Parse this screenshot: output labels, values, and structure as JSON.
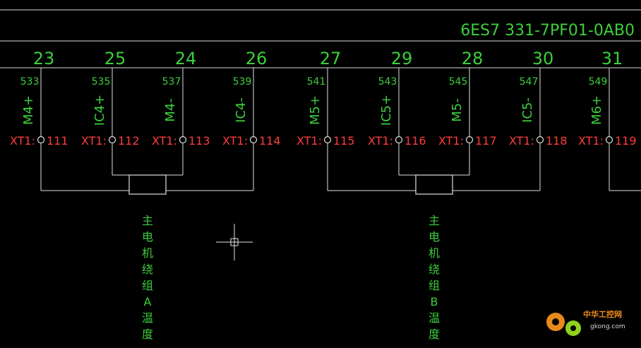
{
  "module": {
    "part_number": "6ES7 331-7PF01-0AB0"
  },
  "channels": [
    {
      "pin": "23",
      "wire": "533",
      "signal": "M4+",
      "terminal": "XT1:",
      "term_no": "111"
    },
    {
      "pin": "25",
      "wire": "535",
      "signal": "IC4+",
      "terminal": "XT1:",
      "term_no": "112"
    },
    {
      "pin": "24",
      "wire": "537",
      "signal": "M4-",
      "terminal": "XT1:",
      "term_no": "113"
    },
    {
      "pin": "26",
      "wire": "539",
      "signal": "IC4-",
      "terminal": "XT1:",
      "term_no": "114"
    },
    {
      "pin": "27",
      "wire": "541",
      "signal": "M5+",
      "terminal": "XT1:",
      "term_no": "115"
    },
    {
      "pin": "29",
      "wire": "543",
      "signal": "IC5+",
      "terminal": "XT1:",
      "term_no": "116"
    },
    {
      "pin": "28",
      "wire": "545",
      "signal": "M5-",
      "terminal": "XT1:",
      "term_no": "117"
    },
    {
      "pin": "30",
      "wire": "547",
      "signal": "IC5-",
      "terminal": "XT1:",
      "term_no": "118"
    },
    {
      "pin": "31",
      "wire": "549",
      "signal": "M6+",
      "terminal": "XT1:",
      "term_no": "119"
    }
  ],
  "sensors": [
    {
      "label": "主电机绕组A温度"
    },
    {
      "label": "主电机绕组B温度"
    }
  ],
  "watermark": {
    "brand": "中华工控网",
    "url": "gkong.com"
  },
  "colors": {
    "background": "#000000",
    "text": "#3ccf3c",
    "terminal": "#ff3b3b",
    "lines": "#d8d8d8"
  }
}
